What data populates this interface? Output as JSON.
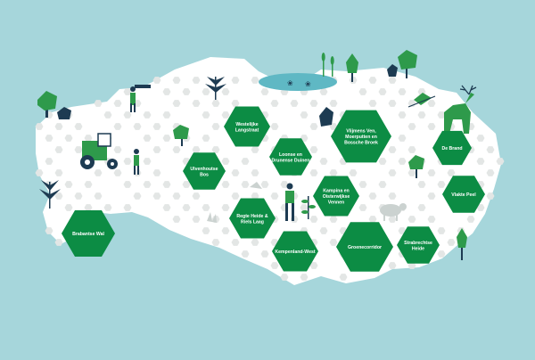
{
  "colors": {
    "water": "#a6d6db",
    "land": "#ffffff",
    "hex_pattern": "#e3e6e5",
    "region": "#0c8c44",
    "dark_green": "#16683a",
    "leaf_green": "#2e9a4b",
    "light_green": "#86c878",
    "navy": "#1d3b52",
    "grey": "#cbd2d0"
  },
  "regions": [
    {
      "id": "westelijke-langstraat",
      "lines": [
        "Westelijke",
        "Langstraat"
      ]
    },
    {
      "id": "loonse-en-drunense-duinen",
      "lines": [
        "Loonse en",
        "Drunense Duinen"
      ]
    },
    {
      "id": "vlijmens-ven",
      "lines": [
        "Vlijmens Ven,",
        "Moerputten en",
        "Bossche Broek"
      ]
    },
    {
      "id": "de-brand",
      "lines": [
        "De Brand"
      ]
    },
    {
      "id": "ulvenhoutse-bos",
      "lines": [
        "Ulvenhoutse",
        "Bos"
      ]
    },
    {
      "id": "kampina-en-oisterwijkse-vennen",
      "lines": [
        "Kampina en",
        "Oisterwijkse",
        "Vennen"
      ]
    },
    {
      "id": "vlakke-peel",
      "lines": [
        "Vlakte Peel"
      ]
    },
    {
      "id": "regte-heide",
      "lines": [
        "Regte Heide &",
        "Riels Laag"
      ]
    },
    {
      "id": "brabantse-wal",
      "lines": [
        "Brabantse Wal"
      ]
    },
    {
      "id": "kempenland-west",
      "lines": [
        "Kempenland-West"
      ]
    },
    {
      "id": "groenecorridor",
      "lines": [
        "Groenecorridor"
      ]
    },
    {
      "id": "strabrechtse-heide",
      "lines": [
        "Strabrechtse",
        "Heide"
      ]
    }
  ]
}
